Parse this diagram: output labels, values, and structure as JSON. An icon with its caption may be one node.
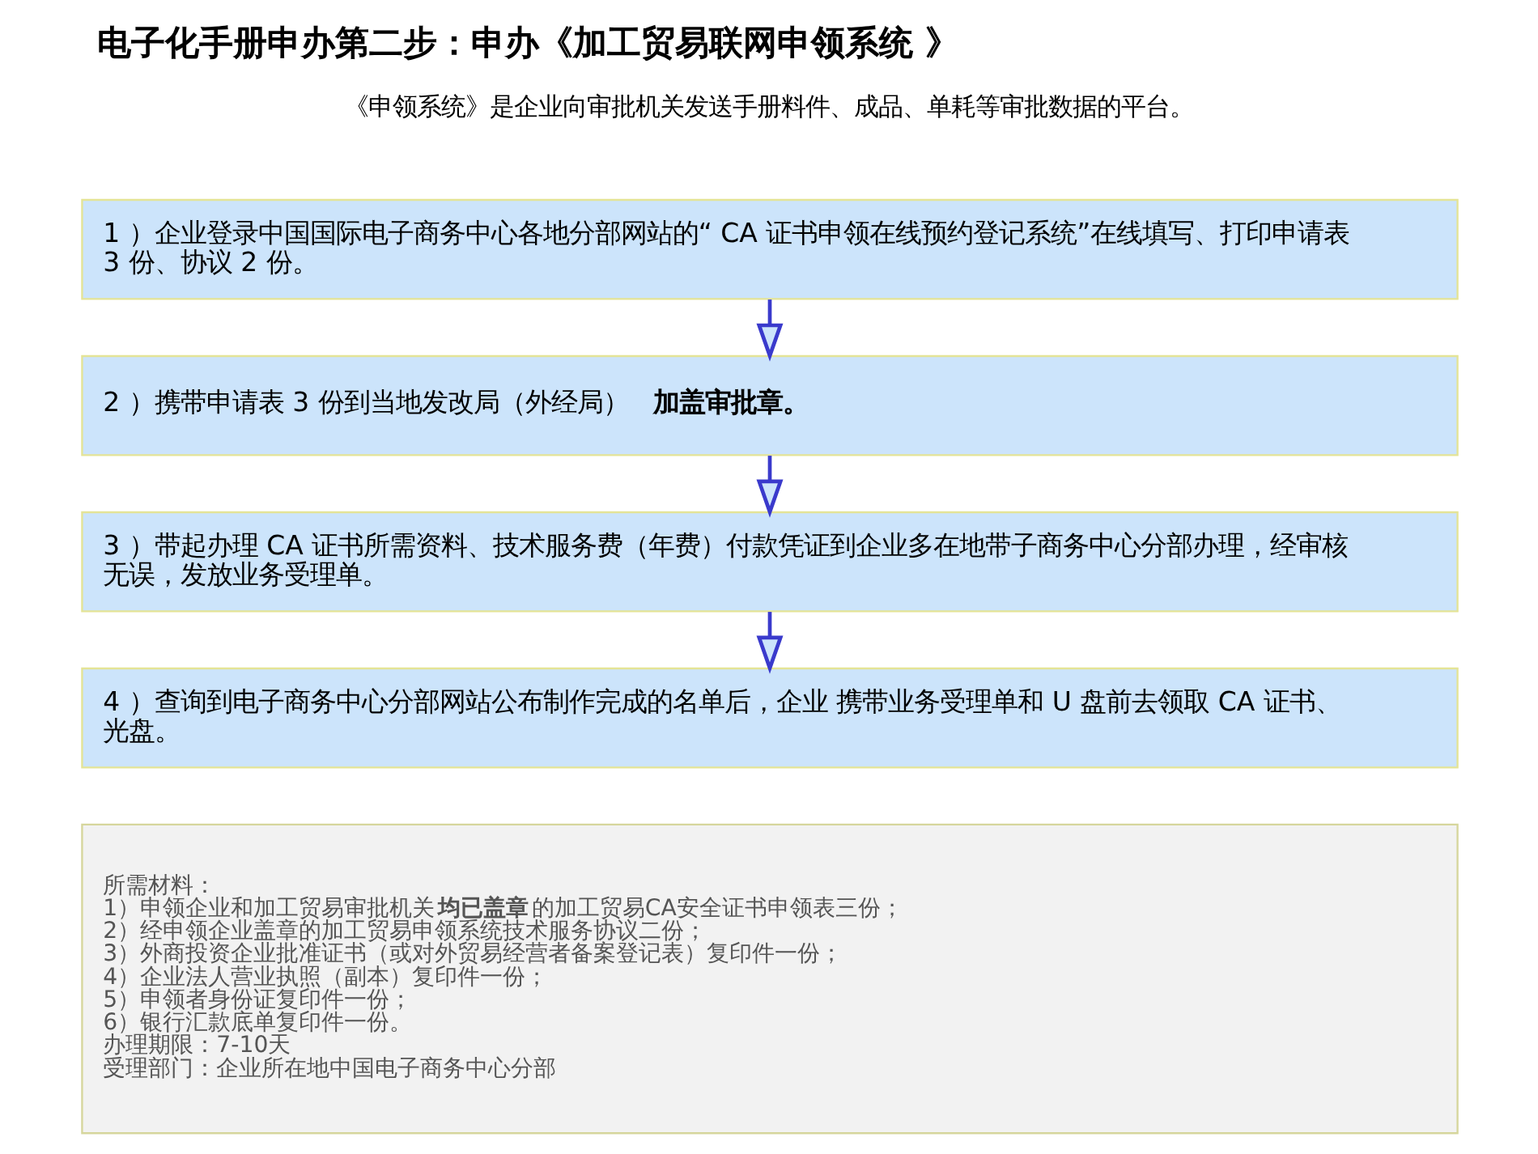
{
  "diagram": {
    "title": "电子化手册申办第二步：申办《加工贸易联网申领系统 》",
    "nodes": [
      {
        "text": [
          "1 ）企业登录中国国际电子商务中心各地分部网站的“ CA 证书申领在线预约登记系统”在线填写、打印申请表 3 份、协议 2 份。"
        ]
      },
      {
        "text": [
          "2 ）携带申请表 3 份到当地发改局（外经局）**加盖审批章。**"
        ]
      },
      {
        "text": [
          "3 ）带起办理 CA 证书所需资料、技术服务费（年费）付款凭证到企业多在地带子商务中心分部办理，经审核无误，发放业务受理单。"
        ]
      },
      {
        "text": [
          "4 ）查询到电子商务中心分部网站公布制作完成的名单后，企业 携带业务受理单和 U 盘前去领取 CA 证书、光盘。"
        ]
      },
      {
        "text": [
          "所需材料：",
          "1）申领企业和加工贸易审批机关**均已盖章**的加工贸易CA安全证书申领表三份；",
          "2）经申领企业盖章的加工贸易申领系统技术服务协议二份；",
          "3）外商投资企业批准证书（或对外贸易经营者备案登记表）复印件一份；",
          "4）企业法人营业执照（副本）复印件一份；",
          "5）申领者身份证复印件一份；",
          "6）银行汇款底单复印件一份。",
          "办理期限：7-10天",
          "受理部门：企业所在地中国电子商务中心分部"
        ]
      }
    ],
    "edges": [
      {
        "from": 0,
        "to": 1,
        "arrow": "to"
      },
      {
        "from": 1,
        "to": 2,
        "arrow": "to"
      },
      {
        "from": 2,
        "to": 3,
        "arrow": "to"
      }
    ],
    "labels": [
      "《申领系统》是企业向审批机关发送手册料件、成品、单耗等审批数据的平台。"
    ]
  }
}
